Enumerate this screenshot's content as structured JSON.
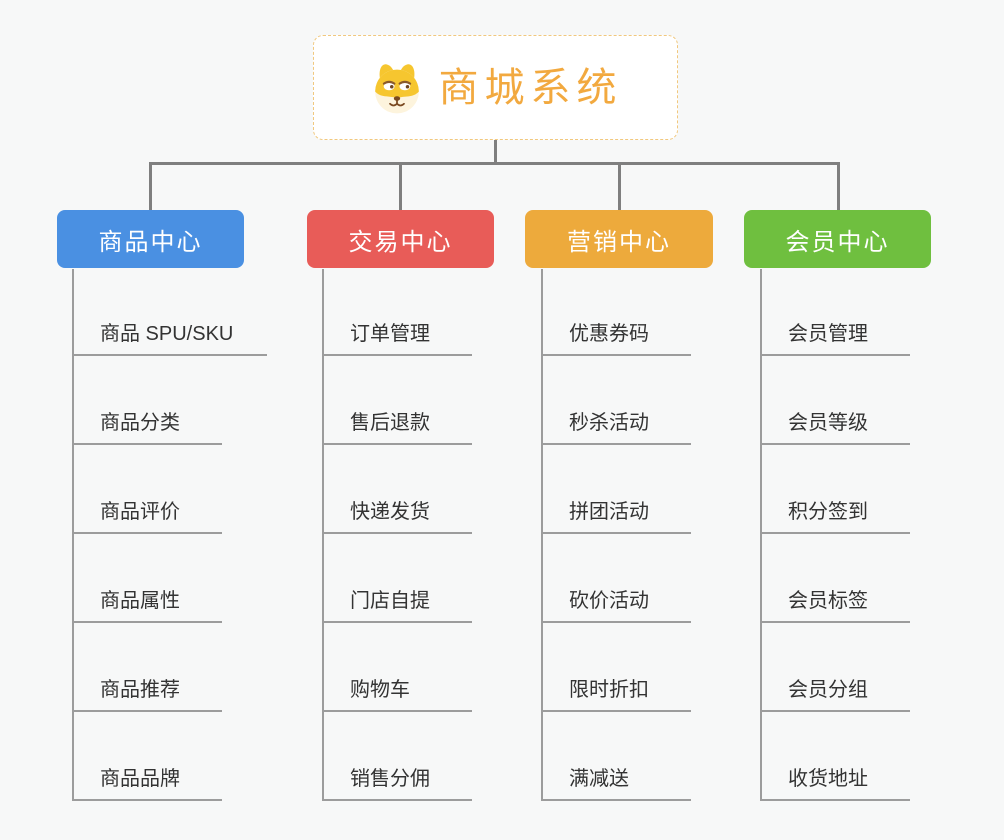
{
  "root": {
    "title": "商城系统",
    "icon": "dog-face-icon",
    "border_color": "#f1c87e",
    "title_color": "#f2a93f"
  },
  "line_colors": {
    "tree_connector": "#7f7f7f",
    "child_connector": "#9c9c9c"
  },
  "branches": [
    {
      "label": "商品中心",
      "color": "#4a90e2",
      "items": [
        "商品 SPU/SKU",
        "商品分类",
        "商品评价",
        "商品属性",
        "商品推荐",
        "商品品牌"
      ]
    },
    {
      "label": "交易中心",
      "color": "#e85c58",
      "items": [
        "订单管理",
        "售后退款",
        "快递发货",
        "门店自提",
        "购物车",
        "销售分佣"
      ]
    },
    {
      "label": "营销中心",
      "color": "#edaa3c",
      "items": [
        "优惠券码",
        "秒杀活动",
        "拼团活动",
        "砍价活动",
        "限时折扣",
        "满减送"
      ]
    },
    {
      "label": "会员中心",
      "color": "#6fbf3f",
      "items": [
        "会员管理",
        "会员等级",
        "积分签到",
        "会员标签",
        "会员分组",
        "收货地址"
      ]
    }
  ]
}
